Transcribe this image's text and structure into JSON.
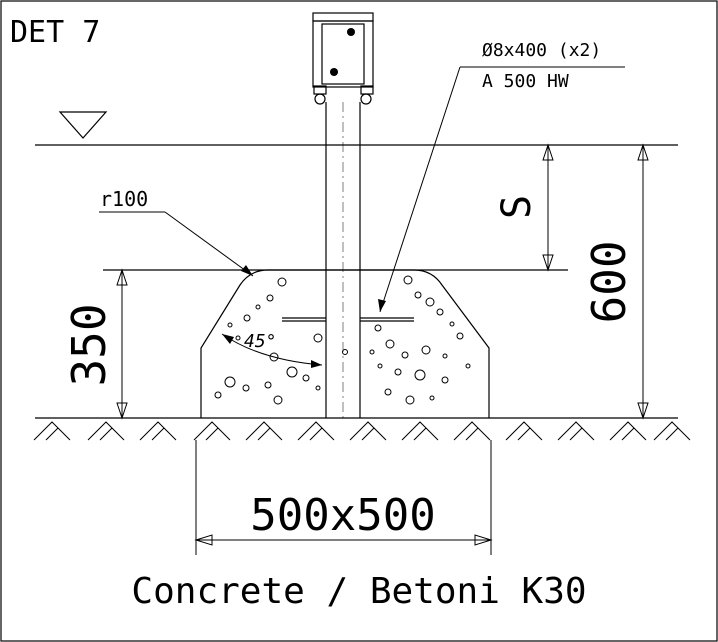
{
  "detail": {
    "title": "DET 7"
  },
  "labels": {
    "rebar_line1": "Ø8x400 (x2)",
    "rebar_line2": "A 500 HW",
    "radius": "r100",
    "angle": "45°",
    "depth_s": "S",
    "depth_total": "600",
    "height_base": "350",
    "footing_size": "500x500",
    "material": "Concrete / Betoni K30"
  },
  "icons": {
    "water_level": "water-level-triangle-icon",
    "ground_hatch": "ground-hatch-symbol"
  }
}
